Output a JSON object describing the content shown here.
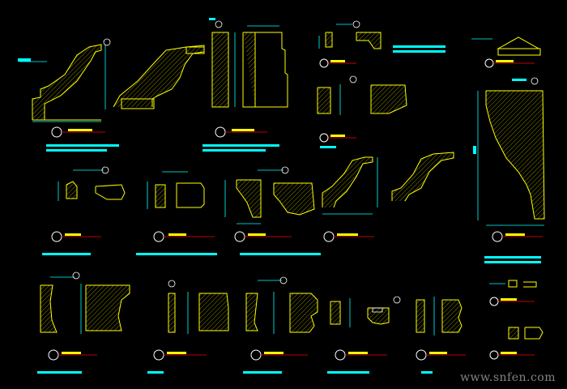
{
  "watermark": "www.snfen.com",
  "colors": {
    "background": "#000000",
    "profile": "#ffff00",
    "dimension": "#00ffff",
    "leader": "#ff0000",
    "hatch": "#c8c800",
    "text_white": "#ffffff"
  },
  "detail_titles": [
    "1-1-1",
    "1-1-2",
    "1-1-3",
    "2-1-1",
    "2-1-2",
    "2-1-3",
    "2-1-4",
    "2-1-5",
    "3-1-1",
    "3-1-2",
    "3-1-3",
    "3-1-4",
    "3-1-5",
    "3-1-6"
  ],
  "icons": [
    "detail-callout-icon",
    "elevation-triangle-icon"
  ]
}
